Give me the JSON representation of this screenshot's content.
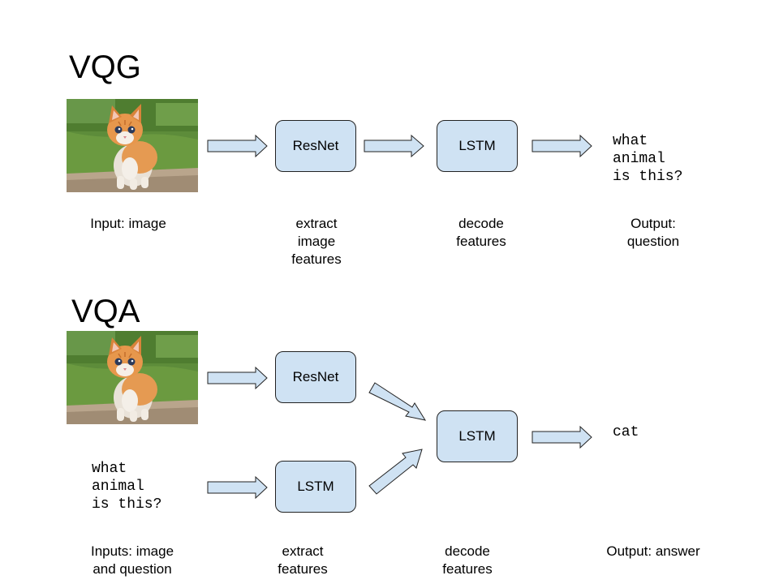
{
  "vqg": {
    "title": "VQG",
    "encoder_label": "ResNet",
    "decoder_label": "LSTM",
    "question_text": "what\nanimal\nis this?",
    "captions": {
      "input": "Input: image",
      "extract": "extract\nimage\nfeatures",
      "decode": "decode\nfeatures",
      "output": "Output:\nquestion"
    }
  },
  "vqa": {
    "title": "VQA",
    "image_encoder_label": "ResNet",
    "question_encoder_label": "LSTM",
    "decoder_label": "LSTM",
    "question_text": "what\nanimal\nis this?",
    "answer_text": "cat",
    "captions": {
      "input": "Inputs: image\nand question",
      "extract": "extract\nfeatures",
      "decode": "decode\nfeatures",
      "output": "Output: answer"
    }
  },
  "colors": {
    "box_fill": "#cfe2f3",
    "arrow_fill": "#cfe2f3",
    "stroke": "#222222"
  },
  "icons": [
    "kitten-photo",
    "arrow-right-icon",
    "arrow-diagonal-icon"
  ]
}
